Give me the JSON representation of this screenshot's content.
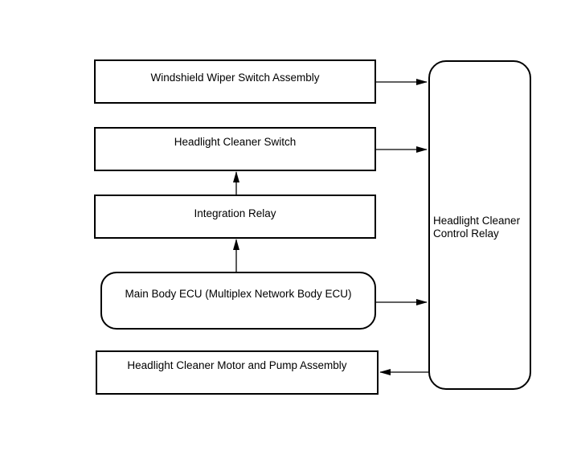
{
  "diagram": {
    "blocks": {
      "wiper_switch": "Windshield Wiper Switch Assembly",
      "headlight_cleaner_switch": "Headlight Cleaner Switch",
      "integration_relay": "Integration Relay",
      "main_body_ecu": "Main Body ECU (Multiplex Network Body ECU)",
      "motor_pump": "Headlight Cleaner Motor and Pump Assembly",
      "control_relay_line1": "Headlight Cleaner",
      "control_relay_line2": "Control Relay"
    }
  }
}
